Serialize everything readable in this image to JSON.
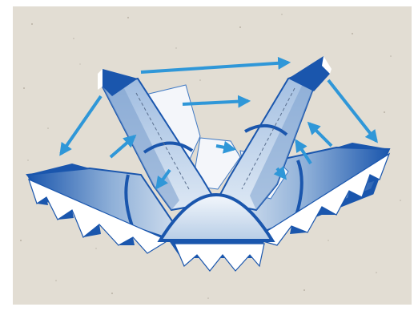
{
  "figure": {
    "alt": "",
    "colors": {
      "background": "#ffffff",
      "paper": "#e2ddd3",
      "paper_speckle": "#b9b2a6",
      "dark_blue": "#1a56ad",
      "mid_blue": "#3f79c4",
      "light_blue": "#c4d6ea",
      "pale": "#eef3fa",
      "white": "#ffffff",
      "arrow": "#2f97d8",
      "fold_line": "#5a6f8e"
    },
    "arrows": [
      {
        "id": "top-left-to-top-right"
      },
      {
        "id": "center-upper"
      },
      {
        "id": "top-right-to-right-tip"
      },
      {
        "id": "top-left-to-left-tip"
      },
      {
        "id": "left-inner-up"
      },
      {
        "id": "left-inner-down"
      },
      {
        "id": "center-lower"
      },
      {
        "id": "right-inner-upper"
      },
      {
        "id": "right-inner-lower"
      },
      {
        "id": "right-inner-small"
      }
    ]
  }
}
